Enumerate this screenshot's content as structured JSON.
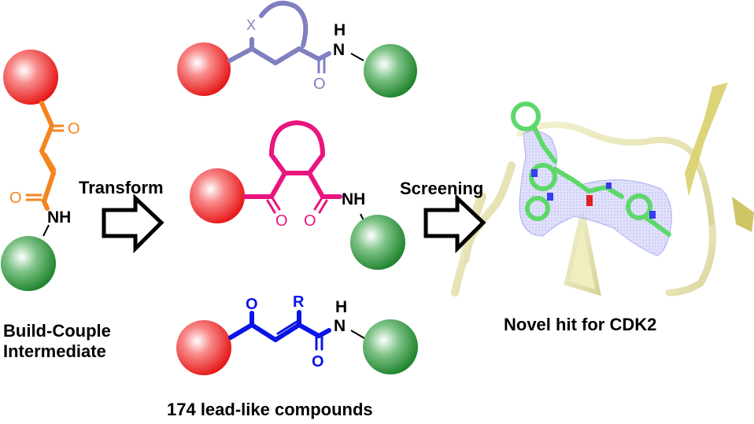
{
  "colors": {
    "red_sphere": "#ee1111",
    "green_sphere": "#1a8a2a",
    "intermediate": "#f5841f",
    "scaffold_purple": "#8080c0",
    "scaffold_magenta": "#e8157f",
    "scaffold_blue": "#0a14e6",
    "ligand_green": "#5ed86a",
    "density_mesh": "#8a8af0",
    "protein_ribbon": "#e8e6b0"
  },
  "intermediate": {
    "caption_line1": "Build-Couple",
    "caption_line2": "Intermediate",
    "atom_O_top": "O",
    "atom_O_bottom": "O",
    "atom_NH": "NH"
  },
  "arrows": {
    "transform_label": "Transform",
    "screening_label": "Screening"
  },
  "scaffolds": {
    "caption": "174 lead-like compounds",
    "purple": {
      "atom_X": "X",
      "atom_H": "H",
      "atom_N": "N",
      "atom_O": "O"
    },
    "magenta": {
      "atom_O1": "O",
      "atom_O2": "O",
      "atom_NH": "NH"
    },
    "blue": {
      "atom_O1": "O",
      "atom_R": "R",
      "atom_H": "H",
      "atom_N": "N",
      "atom_O2": "O"
    }
  },
  "result": {
    "caption": "Novel hit for CDK2"
  }
}
